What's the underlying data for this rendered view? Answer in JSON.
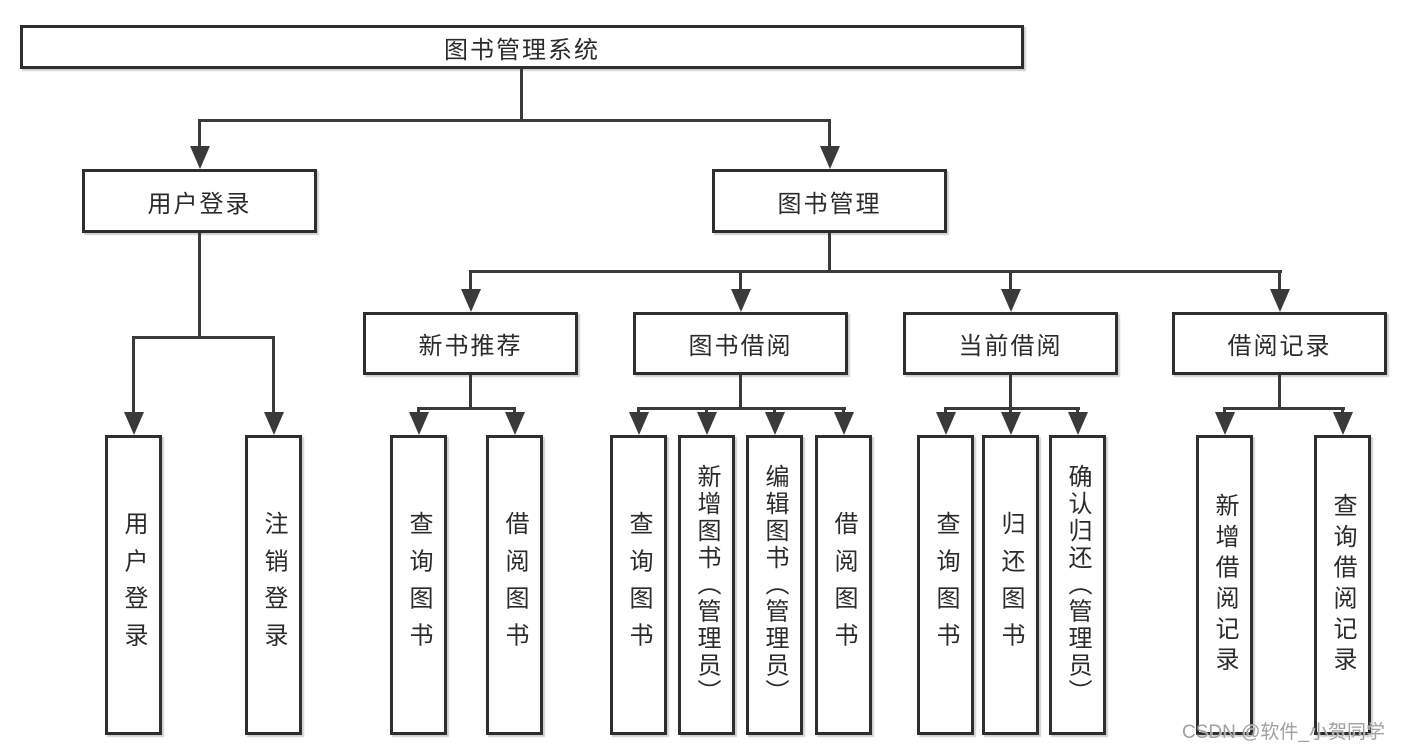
{
  "nodes": {
    "root": {
      "label": "图书管理系统"
    },
    "branches": [
      {
        "label": "用户登录"
      },
      {
        "label": "图书管理"
      }
    ],
    "modules": [
      {
        "label": "新书推荐",
        "parent": "图书管理"
      },
      {
        "label": "图书借阅",
        "parent": "图书管理"
      },
      {
        "label": "当前借阅",
        "parent": "图书管理"
      },
      {
        "label": "借阅记录",
        "parent": "图书管理"
      }
    ],
    "leaves": [
      {
        "label": "用户登录",
        "parent": "用户登录"
      },
      {
        "label": "注销登录",
        "parent": "用户登录"
      },
      {
        "label": "查询图书",
        "parent": "新书推荐"
      },
      {
        "label": "借阅图书",
        "parent": "新书推荐"
      },
      {
        "label": "查询图书",
        "parent": "图书借阅"
      },
      {
        "label": "新增图书（管理员）",
        "parent": "图书借阅"
      },
      {
        "label": "编辑图书（管理员）",
        "parent": "图书借阅"
      },
      {
        "label": "借阅图书",
        "parent": "图书借阅"
      },
      {
        "label": "查询图书",
        "parent": "当前借阅"
      },
      {
        "label": "归还图书",
        "parent": "当前借阅"
      },
      {
        "label": "确认归还（管理员）",
        "parent": "当前借阅"
      },
      {
        "label": "新增借阅记录",
        "parent": "借阅记录"
      },
      {
        "label": "查询借阅记录",
        "parent": "借阅记录"
      }
    ]
  },
  "watermark": {
    "text": "CSDN @软件_小贺同学"
  },
  "colors": {
    "line": "#3a3a3a",
    "border": "#2e2e2e",
    "background": "#ffffff",
    "text": "#2b2b2b",
    "watermark": "#a0a0a0"
  }
}
